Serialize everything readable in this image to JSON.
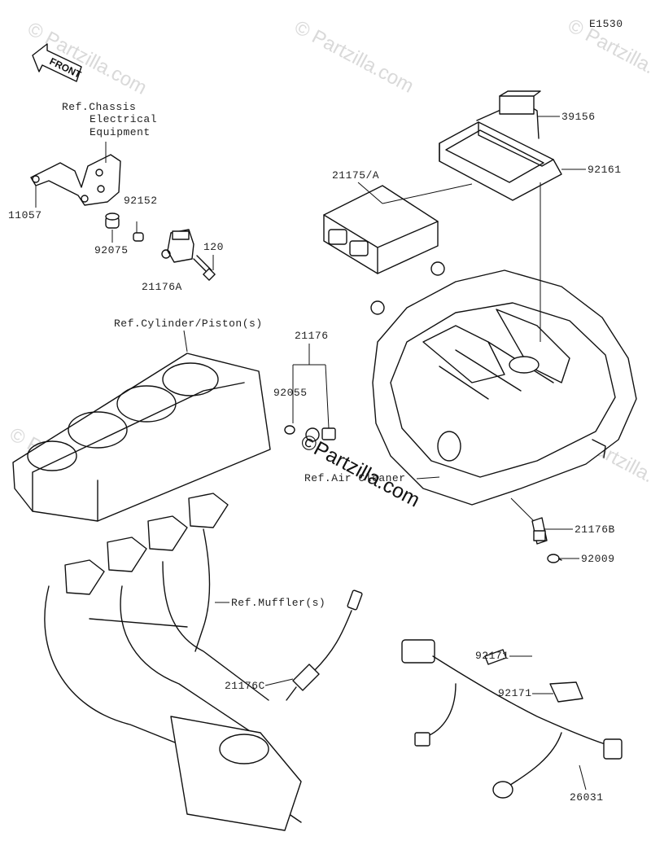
{
  "diagram_code": "E1530",
  "front_label": "FRONT",
  "watermark": {
    "site": "Partzilla.com",
    "symbol": "©"
  },
  "refs": {
    "chassis_line1": "Ref.Chassis",
    "chassis_line2": "Electrical",
    "chassis_line3": "Equipment",
    "cylinder": "Ref.Cylinder/Piston(s)",
    "air_cleaner": "Ref.Air Cleaner",
    "muffler": "Ref.Muffler(s)"
  },
  "parts": {
    "p39156": "39156",
    "p92161": "92161",
    "p21175a": "21175/A",
    "p11057": "11057",
    "p92152": "92152",
    "p92075": "92075",
    "p120": "120",
    "p21176a": "21176A",
    "p21176": "21176",
    "p92055": "92055",
    "p21176b": "21176B",
    "p92009": "92009",
    "p21176c": "21176C",
    "p92171a": "92171",
    "p92171b": "92171",
    "p26031": "26031"
  }
}
